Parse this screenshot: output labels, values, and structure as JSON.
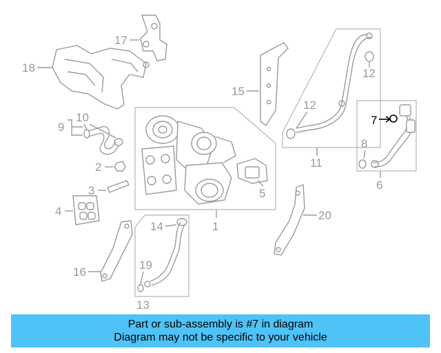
{
  "diagram": {
    "callouts": [
      "1",
      "2",
      "3",
      "4",
      "5",
      "6",
      "7",
      "8",
      "9",
      "10",
      "11",
      "12",
      "12",
      "13",
      "14",
      "15",
      "16",
      "17",
      "18",
      "19",
      "20"
    ],
    "highlighted_callout": "7",
    "highlight_color": "#000000",
    "line_color": "#9a9a9a"
  },
  "banner": {
    "line1": "Part or sub-assembly is #7 in diagram",
    "line2": "Diagram may not be specific to your vehicle",
    "background": "#4fc3f7"
  }
}
